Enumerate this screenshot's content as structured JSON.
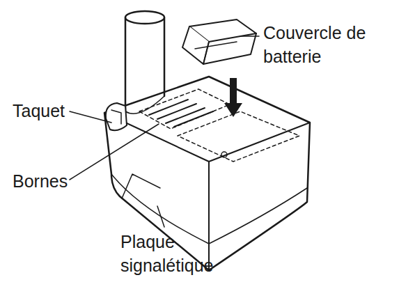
{
  "diagram": {
    "labels": [
      "Couvercle de batterie",
      "Taquet",
      "Bornes",
      "Plaque signalétique"
    ]
  }
}
